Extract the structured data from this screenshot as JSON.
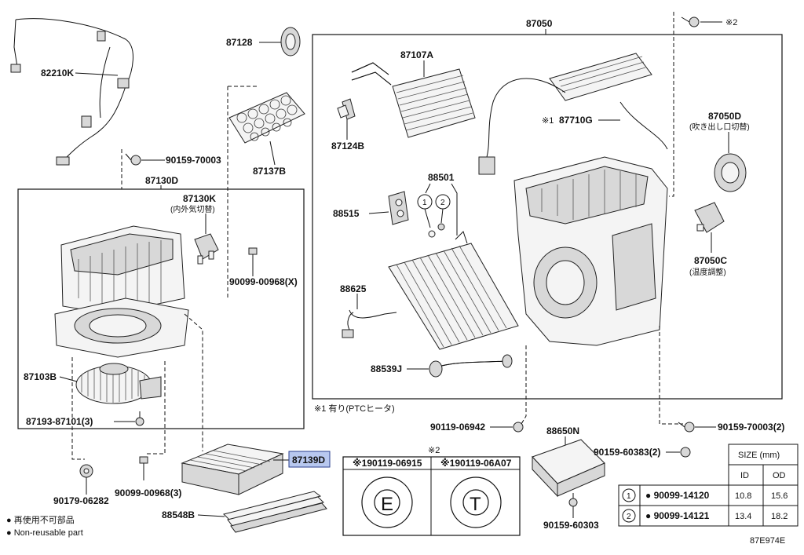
{
  "labels": {
    "p82210k": "82210K",
    "p87128": "87128",
    "p87050": "87050",
    "p87107a": "87107A",
    "p87124b": "87124B",
    "p87710g": "87710G",
    "p87710g_mark": "※1",
    "p90159_70003_top": "90159-70003",
    "p87137b": "87137B",
    "p87130d": "87130D",
    "p87130k": "87130K",
    "p87130k_sub": "(内外気切替)",
    "p90099_00968x": "90099-00968(X)",
    "p88501": "88501",
    "p88515": "88515",
    "p88625": "88625",
    "p88539j": "88539J",
    "p87050d": "87050D",
    "p87050d_sub": "(吹き出し口切替)",
    "p87050c": "87050C",
    "p87050c_sub": "(温度調整)",
    "p87103b": "87103B",
    "p87193_87101": "87193-87101(3)",
    "note1": "※1 有り(PTCヒータ)",
    "p90119_06942": "90119-06942",
    "p88650n": "88650N",
    "p90159_70003_2": "90159-70003(2)",
    "p90159_60383": "90159-60383(2)",
    "p87139d": "87139D",
    "p90179_06282": "90179-06282",
    "p90099_00968_3": "90099-00968(3)",
    "p88548b": "88548B",
    "p90159_60303": "90159-60303",
    "mark2_top": "※2",
    "mark2_box": "※2",
    "bolt_e_label": "※190119-06915",
    "bolt_t_label": "※190119-06A07",
    "bolt_e_letter": "E",
    "bolt_t_letter": "T",
    "legend_jp": "● 再使用不可部品",
    "legend_en": "● Non-reusable part",
    "ref_code": "87E974E",
    "circle_1": "1",
    "circle_2": "2"
  },
  "size_table": {
    "title": "SIZE (mm)",
    "col_id": "ID",
    "col_od": "OD",
    "rows": [
      {
        "num": "1",
        "part": "● 90099-14120",
        "id": "10.8",
        "od": "15.6"
      },
      {
        "num": "2",
        "part": "● 90099-14121",
        "id": "13.4",
        "od": "18.2"
      }
    ]
  }
}
